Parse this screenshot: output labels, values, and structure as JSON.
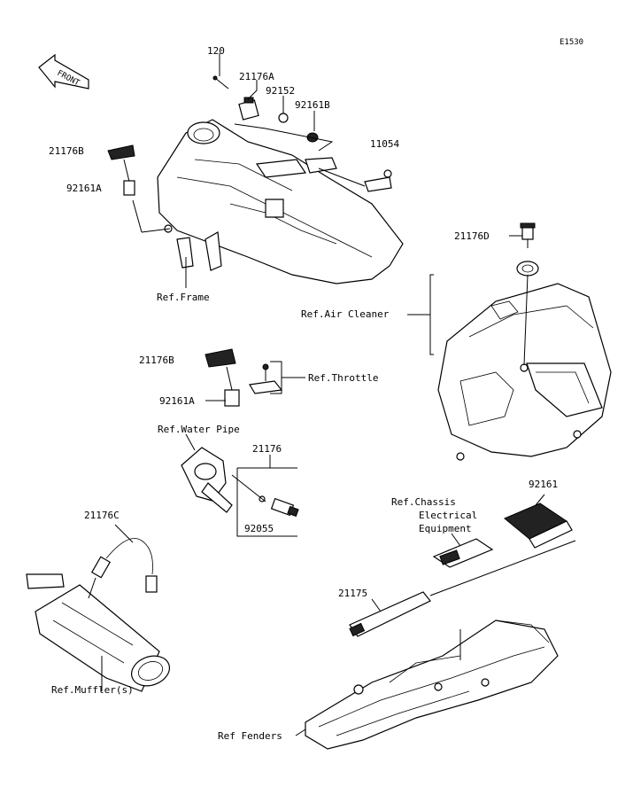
{
  "diagram_code": "E1530",
  "front_marker": "FRONT",
  "parts": {
    "p120": "120",
    "p21176A": "21176A",
    "p92152": "92152",
    "p92161B": "92161B",
    "p11054": "11054",
    "p21176B_top": "21176B",
    "p92161A_top": "92161A",
    "p21176D": "21176D",
    "p21176B_mid": "21176B",
    "p92161A_mid": "92161A",
    "p21176": "21176",
    "p92055": "92055",
    "p21176C": "21176C",
    "p92161": "92161",
    "p21175": "21175"
  },
  "refs": {
    "frame": "Ref.Frame",
    "air_cleaner": "Ref.Air Cleaner",
    "throttle": "Ref.Throttle",
    "water_pipe": "Ref.Water Pipe",
    "chassis_line1": "Ref.Chassis",
    "chassis_line2": "Electrical",
    "chassis_line3": "Equipment",
    "muffler": "Ref.Muffler(s)",
    "fenders": "Ref Fenders"
  }
}
